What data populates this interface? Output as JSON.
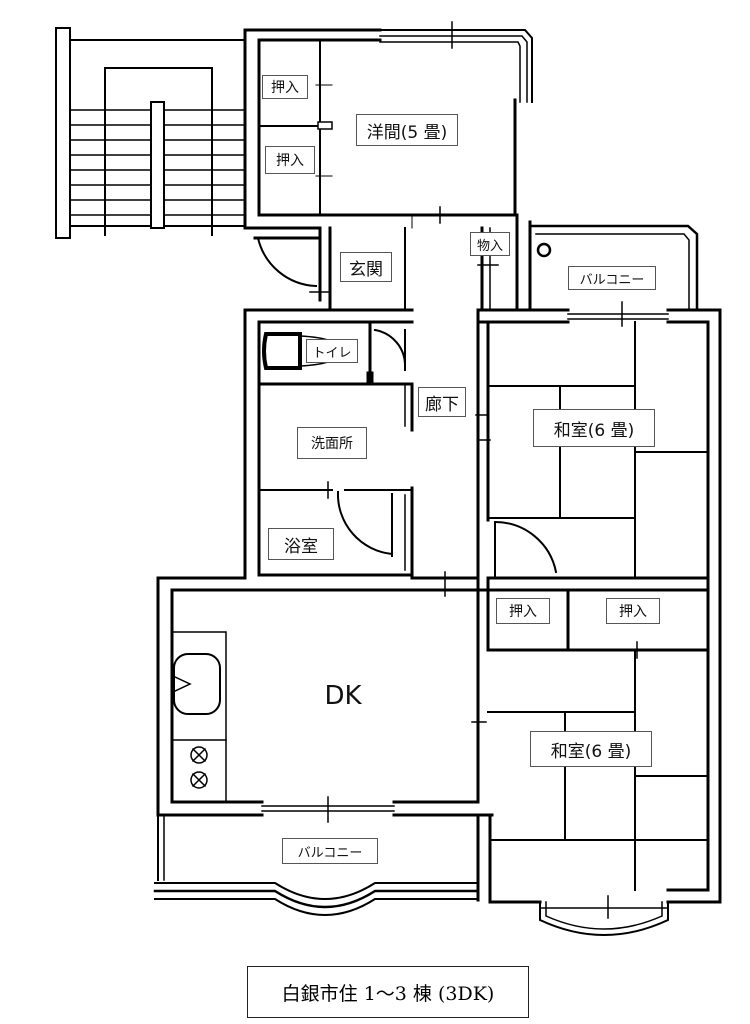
{
  "rooms": {
    "western_room": "洋間(5 畳)",
    "closet_1": "押入",
    "closet_2": "押入",
    "storage": "物入",
    "entrance": "玄関",
    "balcony_east": "バルコニー",
    "toilet": "トイレ",
    "corridor": "廊下",
    "japanese_room_1": "和室(6 畳)",
    "washroom": "洗面所",
    "bathroom": "浴室",
    "closet_3": "押入",
    "closet_4": "押入",
    "dining_kitchen": "DK",
    "japanese_room_2": "和室(6 畳)",
    "balcony_south": "バルコニー"
  },
  "caption": "白銀市住 1〜3 棟 (3DK)"
}
